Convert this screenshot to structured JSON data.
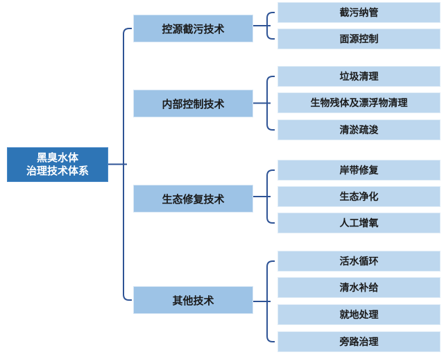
{
  "diagram": {
    "root": {
      "line1": "黑臭水体",
      "line2": "治理技术体系"
    },
    "branches": [
      {
        "label": "控源截污技术",
        "children": [
          "截污纳管",
          "面源控制"
        ]
      },
      {
        "label": "内部控制技术",
        "children": [
          "垃圾清理",
          "生物残体及漂浮物清理",
          "清淤疏浚"
        ]
      },
      {
        "label": "生态修复技术",
        "children": [
          "岸带修复",
          "生态净化",
          "人工增氧"
        ]
      },
      {
        "label": "其他技术",
        "children": [
          "活水循环",
          "清水补给",
          "就地处理",
          "旁路治理"
        ]
      }
    ],
    "colors": {
      "root_fill": "#2E75B6",
      "root_text": "#FFFFFF",
      "branch_fill": "#9DC3E6",
      "leaf_fill": "#BDD7EE",
      "node_text": "#1A1A1A",
      "connector": "#2E5395"
    }
  }
}
